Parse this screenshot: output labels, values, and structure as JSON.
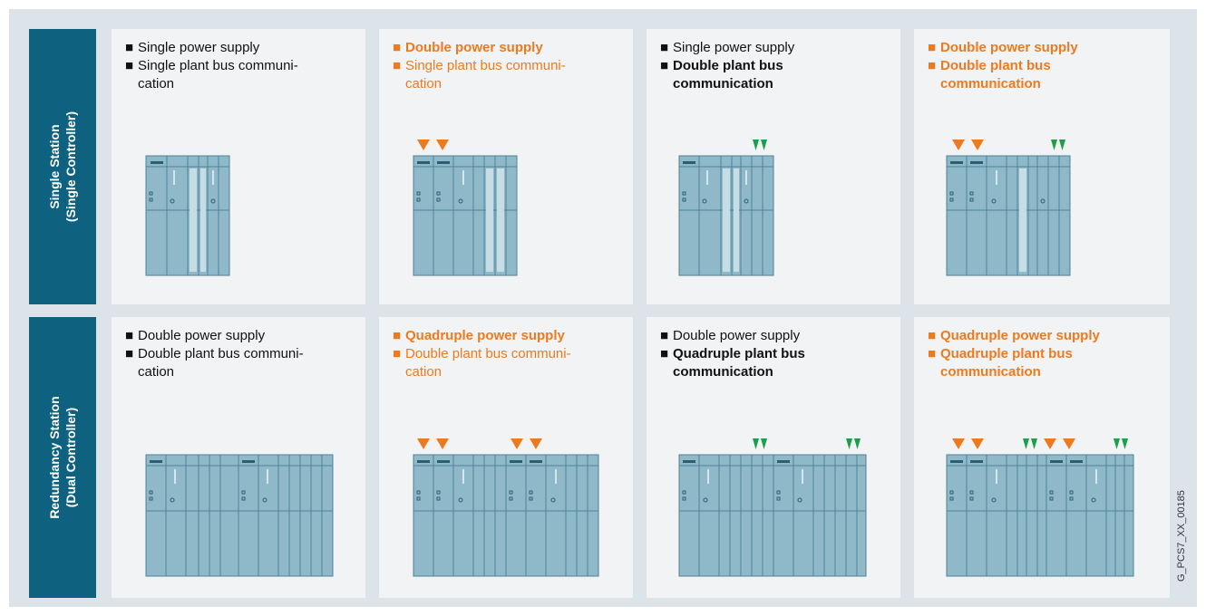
{
  "colors": {
    "label_bg": "#0f6180",
    "accent_orange": "#ec7b1f",
    "accent_green": "#1e9e4a",
    "module_fill": "#8fb9c9",
    "module_stroke": "#4e8295"
  },
  "row_labels": [
    {
      "line1": "Single Station",
      "line2": "(Single Controller)"
    },
    {
      "line1": "Redundancy Station",
      "line2": "(Dual Controller)"
    }
  ],
  "rows": [
    {
      "cells": [
        {
          "lines": [
            {
              "bullet": "■",
              "text": "Single power supply",
              "bold": false,
              "orange": false
            },
            {
              "bullet": "■",
              "text": "Single plant bus communi-",
              "bold": false,
              "orange": false
            },
            {
              "bullet": "",
              "text": "cation",
              "bold": false,
              "orange": false
            }
          ],
          "icons": []
        },
        {
          "lines": [
            {
              "bullet": "■",
              "text": "Double power supply",
              "bold": true,
              "orange": true
            },
            {
              "bullet": "■",
              "text": "Single plant bus communi-",
              "bold": false,
              "orange": true
            },
            {
              "bullet": "",
              "text": "cation",
              "bold": false,
              "orange": true
            }
          ],
          "icons": [
            "power-supply-icon",
            "power-supply-icon"
          ]
        },
        {
          "lines": [
            {
              "bullet": "■",
              "text": "Single power supply",
              "bold": false,
              "orange": false
            },
            {
              "bullet": "■",
              "text": "Double plant bus",
              "bold": true,
              "orange": false
            },
            {
              "bullet": "",
              "text": "communication",
              "bold": true,
              "orange": false
            }
          ],
          "icons": [
            "bus-communication-icon"
          ]
        },
        {
          "lines": [
            {
              "bullet": "■",
              "text": "Double power supply",
              "bold": true,
              "orange": true
            },
            {
              "bullet": "■",
              "text": "Double plant bus",
              "bold": true,
              "orange": true
            },
            {
              "bullet": "",
              "text": "communication",
              "bold": true,
              "orange": true
            }
          ],
          "icons": [
            "power-supply-icon",
            "power-supply-icon",
            "bus-communication-icon"
          ]
        }
      ]
    },
    {
      "cells": [
        {
          "lines": [
            {
              "bullet": "■",
              "text": "Double power supply",
              "bold": false,
              "orange": false
            },
            {
              "bullet": "■",
              "text": "Double plant bus communi-",
              "bold": false,
              "orange": false
            },
            {
              "bullet": "",
              "text": "cation",
              "bold": false,
              "orange": false
            }
          ],
          "icons": []
        },
        {
          "lines": [
            {
              "bullet": "■",
              "text": "Quadruple power supply",
              "bold": true,
              "orange": true
            },
            {
              "bullet": "■",
              "text": "Double plant bus communi-",
              "bold": false,
              "orange": true
            },
            {
              "bullet": "",
              "text": "cation",
              "bold": false,
              "orange": true
            }
          ],
          "icons": [
            "power-supply-icon",
            "power-supply-icon",
            "power-supply-icon",
            "power-supply-icon"
          ]
        },
        {
          "lines": [
            {
              "bullet": "■",
              "text": "Double power supply",
              "bold": false,
              "orange": false
            },
            {
              "bullet": "■",
              "text": "Quadruple plant bus",
              "bold": true,
              "orange": false
            },
            {
              "bullet": "",
              "text": "communication",
              "bold": true,
              "orange": false
            }
          ],
          "icons": [
            "bus-communication-icon",
            "bus-communication-icon"
          ]
        },
        {
          "lines": [
            {
              "bullet": "■",
              "text": "Quadruple power supply",
              "bold": true,
              "orange": true
            },
            {
              "bullet": "■",
              "text": "Quadruple plant bus",
              "bold": true,
              "orange": true
            },
            {
              "bullet": "",
              "text": "communication",
              "bold": true,
              "orange": true
            }
          ],
          "icons": [
            "power-supply-icon",
            "power-supply-icon",
            "bus-communication-icon",
            "power-supply-icon",
            "power-supply-icon",
            "bus-communication-icon"
          ]
        }
      ]
    }
  ],
  "figure_id": "G_PCS7_XX_00185"
}
